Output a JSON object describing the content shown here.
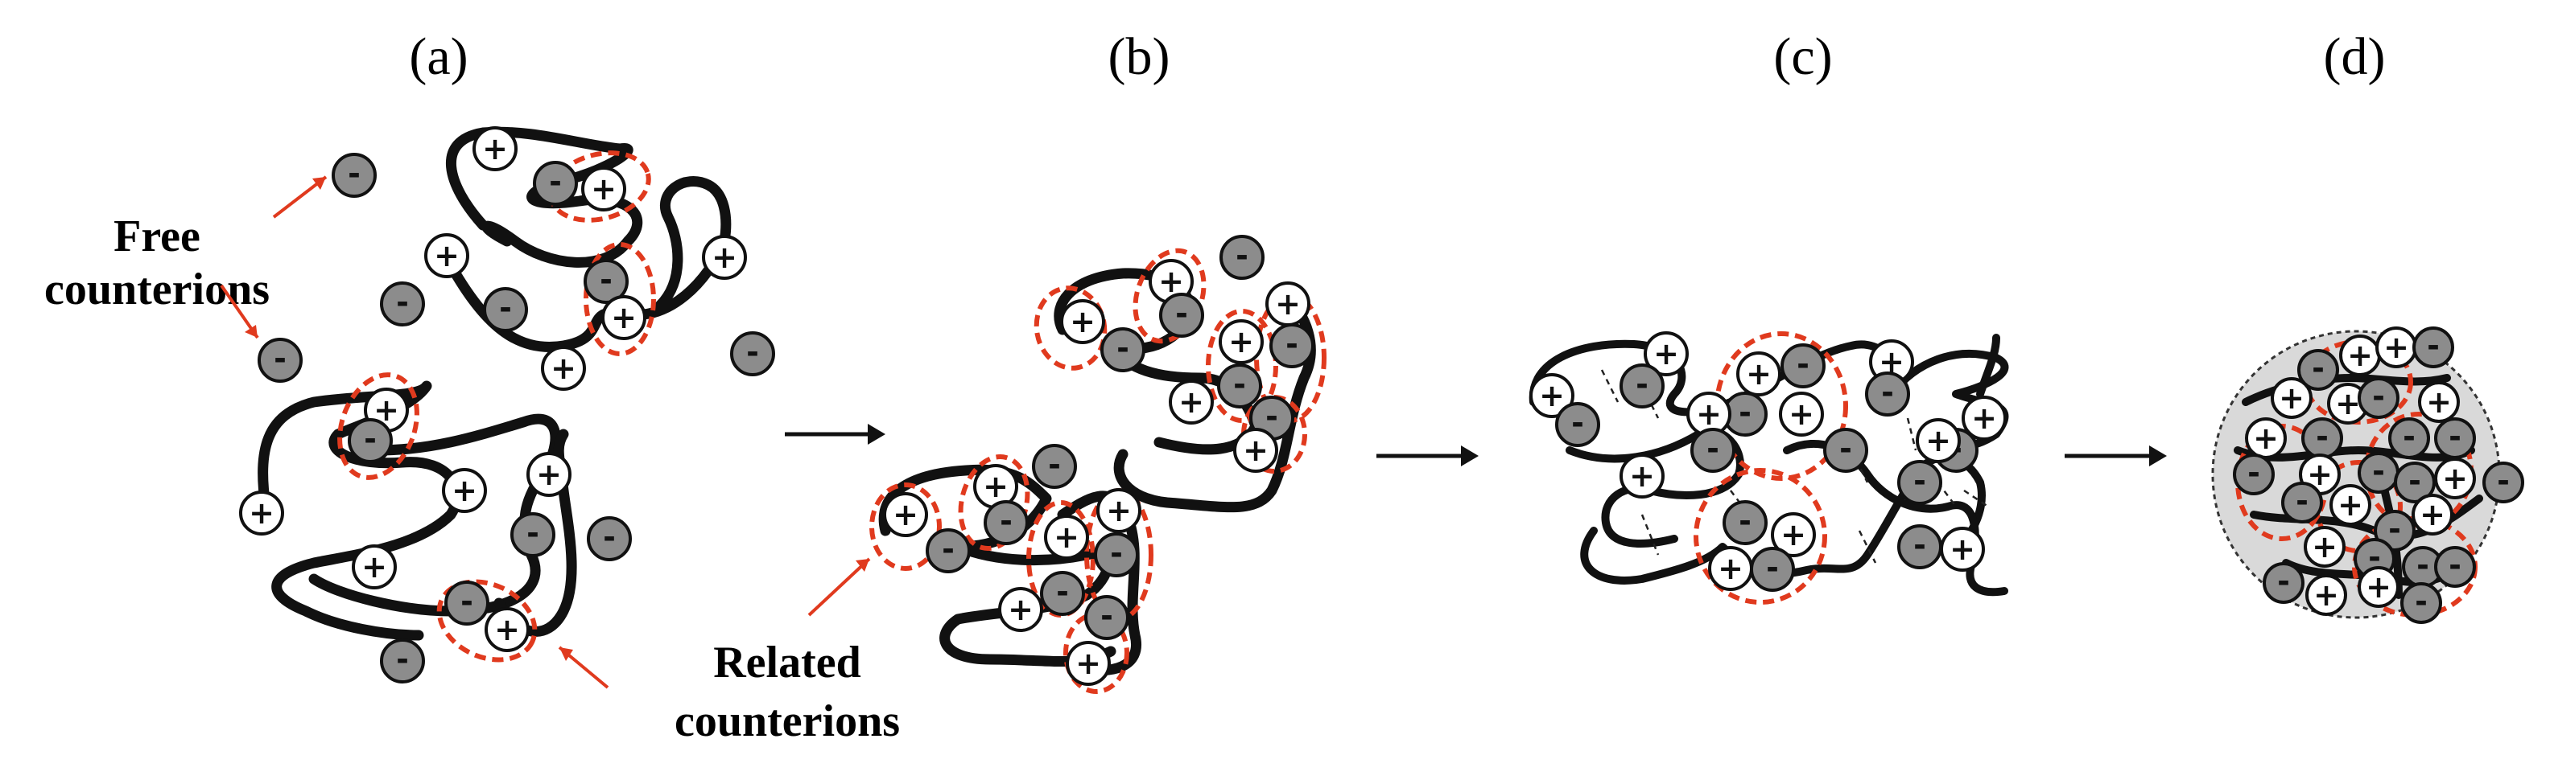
{
  "panels": [
    {
      "label": "(a)"
    },
    {
      "label": "(b)"
    },
    {
      "label": "(c)"
    },
    {
      "label": "(d)"
    }
  ],
  "callouts": {
    "free_line1": "Free",
    "free_line2": "counterions",
    "related_line1": "Related",
    "related_line2": "counterions"
  },
  "ion_symbols": {
    "cation": "+",
    "anion": "-"
  },
  "colors": {
    "cation_fill": "#ffffff",
    "anion_fill": "#8c8c8c",
    "pair_ring": "#e03a1e",
    "callout_arrow": "#e03a1e",
    "chain": "#111111",
    "coacervate_fill": "#d9d9d9"
  }
}
